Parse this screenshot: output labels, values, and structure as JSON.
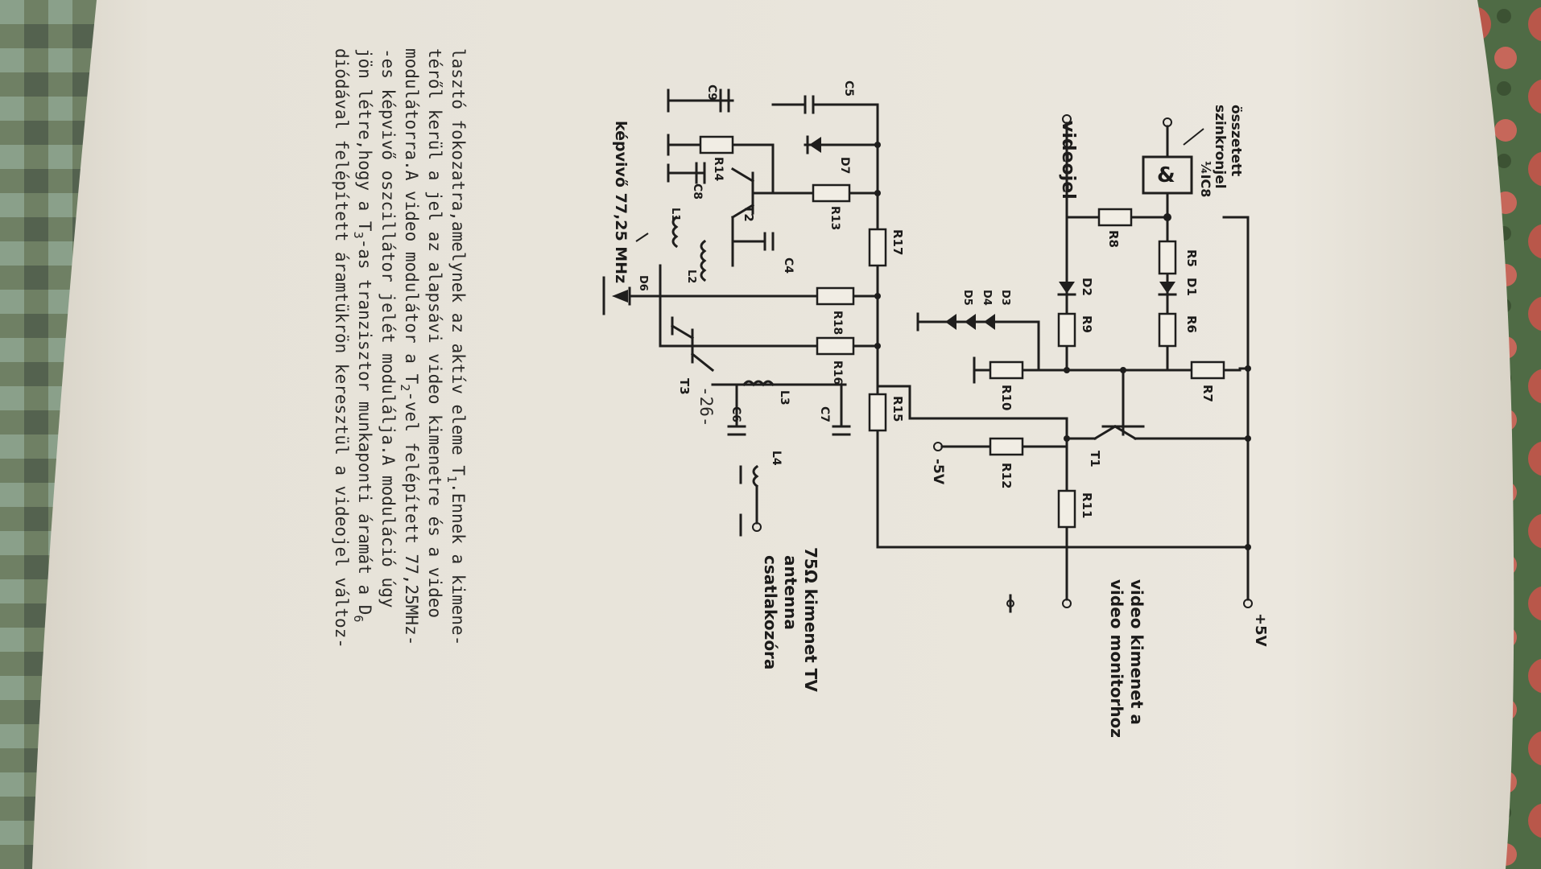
{
  "page_number": "-26-",
  "body_text": [
    {
      "pre": "lasztó fokozatra,amelynek az aktív eleme T",
      "sub": "1",
      "post": ".Ennek a kimene-"
    },
    {
      "pre": "téről kerül a jel az alapsávi video kimenetre és a video",
      "sub": "",
      "post": ""
    },
    {
      "pre": "modulátorra.A video modulátor a T",
      "sub": "2",
      "post": "-vel felépített 77,25MHz-"
    },
    {
      "pre": "-es képvivő oszcillátor jelét modulálja.A moduláció úgy",
      "sub": "",
      "post": ""
    },
    {
      "pre": "jön létre,hogy a T",
      "sub": "3",
      "post": "-as tranzisztor munkaponti áramát a D"
    },
    {
      "pre": "diódával felépített áramtükrön keresztül a videojel változ-",
      "sub": "",
      "post": ""
    }
  ],
  "body_text_tail_sub": "6",
  "schematic": {
    "supply_pos": "+5V",
    "supply_neg": "-5V",
    "sync_label_1": "összetett",
    "sync_label_2": "szinkronjel",
    "gate_label": "¼IC8",
    "gate_symbol": "&",
    "video_in_label": "videojel",
    "video_out_1": "video kimenet a",
    "video_out_2": "video monitorhoz",
    "rf_out_1": "75Ω kimenet TV",
    "rf_out_2": "antenna",
    "rf_out_3": "csatlakozóra",
    "carrier_label": "képvivő 77,25 MHz",
    "resistors": [
      "R5",
      "R6",
      "R7",
      "R8",
      "R9",
      "R10",
      "R11",
      "R12",
      "R13",
      "R14",
      "R15",
      "R16",
      "R17",
      "R18"
    ],
    "transistors": [
      "T1",
      "T2",
      "T3"
    ],
    "diodes": [
      "D1",
      "D2",
      "D3",
      "D4",
      "D5",
      "D6",
      "D7"
    ],
    "capacitors": [
      "C4",
      "C5",
      "C6",
      "C7",
      "C8",
      "C9"
    ],
    "inductors": [
      "L1",
      "L2",
      "L3",
      "L4"
    ]
  },
  "colors": {
    "paper": "#e9e5dc",
    "ink": "#1f1e1d",
    "cloth_green": "#6f8a5e",
    "cloth_red": "#b9574a"
  }
}
